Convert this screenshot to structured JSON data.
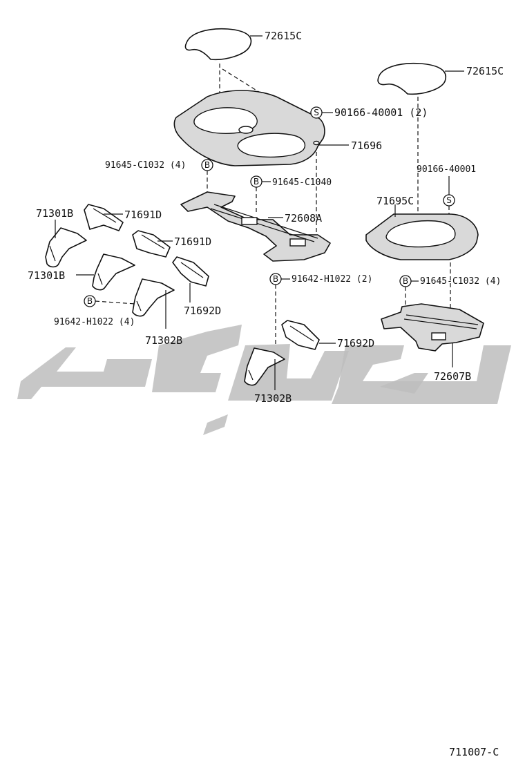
{
  "diagram": {
    "code": "711007-C",
    "labels": {
      "pad_left": "72615C",
      "pad_right": "72615C",
      "screw_left": "90166-40001 (2)",
      "screw_left_sym": "S",
      "base_left": "71696",
      "bolt_top_left": "91645-C1032 (4)",
      "bolt_top_left_sym": "B",
      "bolt_mid": "91645-C1040",
      "bolt_mid_sym": "B",
      "screw_right": "90166-40001",
      "screw_right_sym": "S",
      "base_right": "71695C",
      "frame_left": "72608A",
      "hinge_a1": "71301B",
      "bracket_d1": "71691D",
      "bracket_d2": "71691D",
      "hinge_a2": "71301B",
      "bracket_92d_left": "71692D",
      "bolt_left_bottom_sym": "B",
      "bolt_left_bottom": "91642-H1022 (4)",
      "hinge_302b_left": "71302B",
      "bolt_center_sym": "B",
      "bolt_center": "91642-H1022 (2)",
      "bolt_right_sym": "B",
      "bolt_right": "91645-C1032 (4)",
      "bracket_92d_center": "71692D",
      "hinge_302b_center": "71302B",
      "frame_right": "72607B"
    }
  }
}
